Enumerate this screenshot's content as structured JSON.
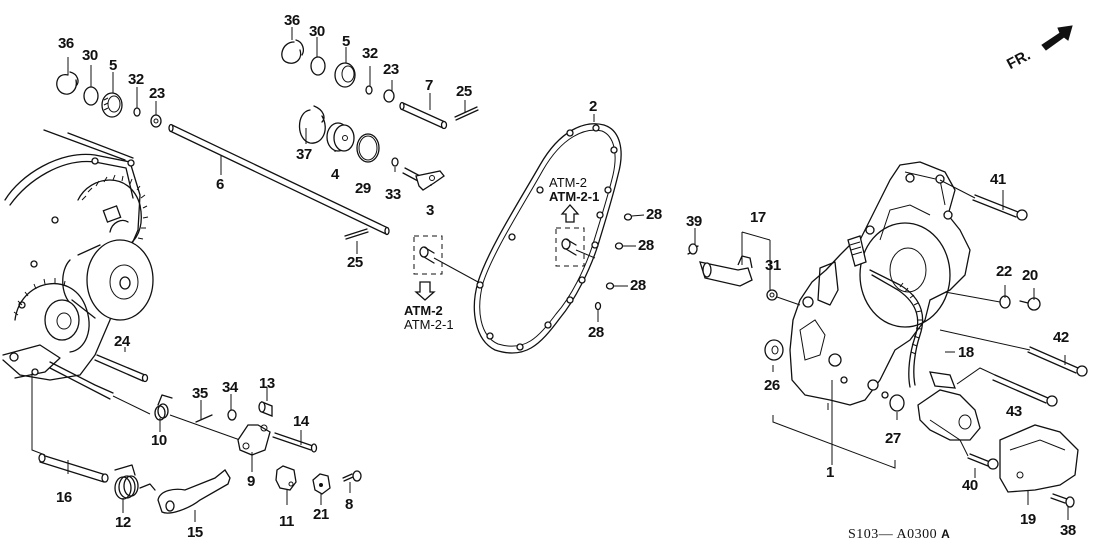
{
  "diagram": {
    "title": "Honda automatic transmission housing exploded parts diagram",
    "direction_indicator": {
      "label": "FR.",
      "icon": "front-direction-arrow"
    },
    "drawing_code": {
      "prefix": "S103",
      "separator": "—",
      "number": "A0300",
      "suffix": "A"
    },
    "reference_notes": [
      {
        "line1": "ATM-2",
        "line2": "ATM-2-1",
        "arrow": "up"
      },
      {
        "line1": "ATM-2",
        "line2": "ATM-2-1",
        "arrow": "down"
      }
    ],
    "callouts": [
      {
        "n": "36",
        "part": "snap-ring"
      },
      {
        "n": "30",
        "part": "o-ring"
      },
      {
        "n": "5",
        "part": "bearing"
      },
      {
        "n": "32",
        "part": "washer"
      },
      {
        "n": "23",
        "part": "seal"
      },
      {
        "n": "6",
        "part": "shaft"
      },
      {
        "n": "36",
        "part": "snap-ring"
      },
      {
        "n": "30",
        "part": "o-ring"
      },
      {
        "n": "5",
        "part": "bearing"
      },
      {
        "n": "32",
        "part": "washer"
      },
      {
        "n": "23",
        "part": "seal"
      },
      {
        "n": "7",
        "part": "pin"
      },
      {
        "n": "25",
        "part": "roll-pin"
      },
      {
        "n": "37",
        "part": "snap-ring"
      },
      {
        "n": "4",
        "part": "cap"
      },
      {
        "n": "29",
        "part": "o-ring"
      },
      {
        "n": "33",
        "part": "washer"
      },
      {
        "n": "3",
        "part": "lever"
      },
      {
        "n": "25",
        "part": "roll-pin"
      },
      {
        "n": "2",
        "part": "gasket"
      },
      {
        "n": "28",
        "part": "dowel"
      },
      {
        "n": "28",
        "part": "dowel"
      },
      {
        "n": "28",
        "part": "dowel"
      },
      {
        "n": "28",
        "part": "dowel"
      },
      {
        "n": "24",
        "part": "pin"
      },
      {
        "n": "35",
        "part": "pin"
      },
      {
        "n": "34",
        "part": "nut"
      },
      {
        "n": "13",
        "part": "collar"
      },
      {
        "n": "14",
        "part": "bolt"
      },
      {
        "n": "10",
        "part": "spring"
      },
      {
        "n": "9",
        "part": "bracket"
      },
      {
        "n": "16",
        "part": "shaft"
      },
      {
        "n": "12",
        "part": "spring"
      },
      {
        "n": "15",
        "part": "lever"
      },
      {
        "n": "11",
        "part": "holder"
      },
      {
        "n": "21",
        "part": "clip"
      },
      {
        "n": "8",
        "part": "bolt"
      },
      {
        "n": "39",
        "part": "bolt"
      },
      {
        "n": "17",
        "part": "sensor"
      },
      {
        "n": "31",
        "part": "o-ring"
      },
      {
        "n": "41",
        "part": "bolt"
      },
      {
        "n": "22",
        "part": "washer"
      },
      {
        "n": "20",
        "part": "bolt"
      },
      {
        "n": "42",
        "part": "bolt"
      },
      {
        "n": "18",
        "part": "solenoid"
      },
      {
        "n": "26",
        "part": "seal"
      },
      {
        "n": "43",
        "part": "bolt"
      },
      {
        "n": "27",
        "part": "seal"
      },
      {
        "n": "1",
        "part": "housing"
      },
      {
        "n": "40",
        "part": "bolt"
      },
      {
        "n": "19",
        "part": "cover"
      },
      {
        "n": "38",
        "part": "bolt"
      }
    ]
  }
}
